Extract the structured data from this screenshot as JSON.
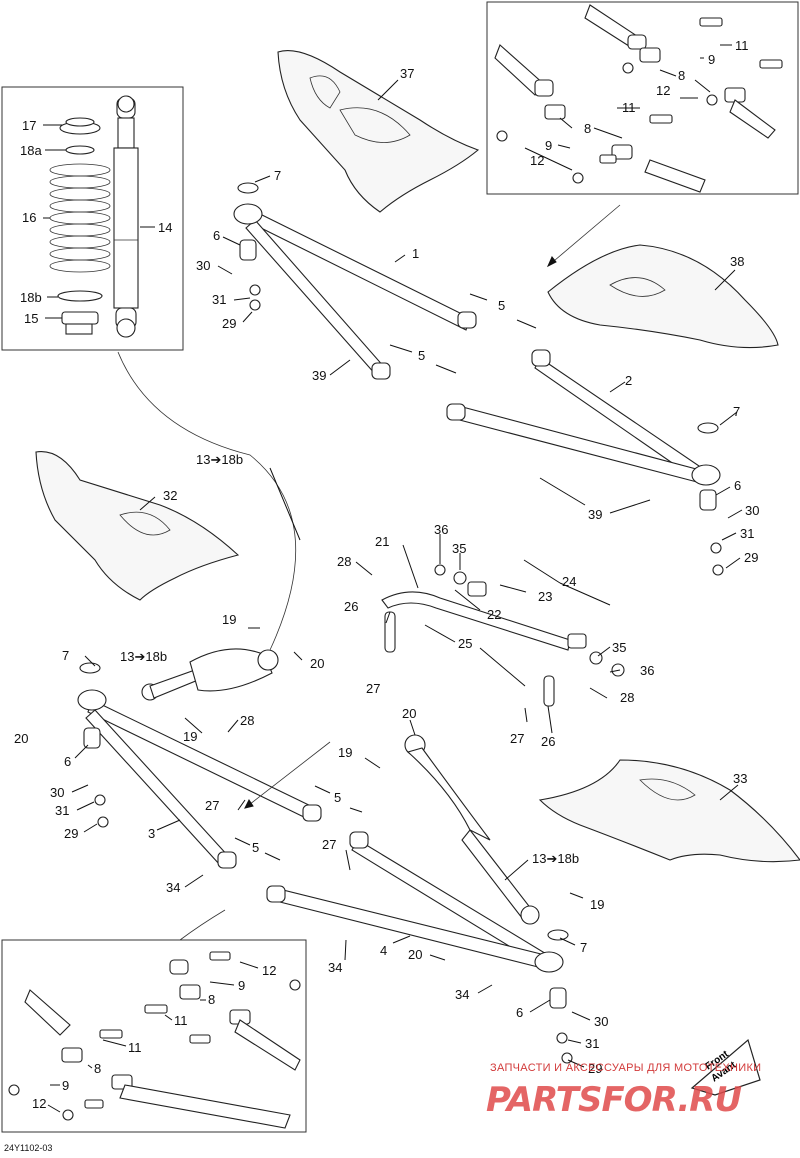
{
  "diagram_code": "24Y1102-03",
  "watermark": {
    "line1": "ЗАПЧАСТИ И АКСЕССУАРЫ ДЛЯ МОТОТЕХНИКИ",
    "logo": "PARTSFOR.RU"
  },
  "front_badge": {
    "line1": "Front",
    "line2": "Avant"
  },
  "callouts": [
    "1",
    "2",
    "3",
    "4",
    "5",
    "6",
    "7",
    "8",
    "9",
    "11",
    "12",
    "13➔18b",
    "14",
    "15",
    "16",
    "17",
    "18a",
    "18b",
    "19",
    "20",
    "21",
    "22",
    "23",
    "24",
    "25",
    "26",
    "27",
    "28",
    "29",
    "30",
    "31",
    "32",
    "33",
    "34",
    "35",
    "36",
    "37",
    "38",
    "39"
  ],
  "labels": {
    "l37": "37",
    "l38": "38",
    "l32": "32",
    "l33": "33",
    "l1": "1",
    "l2": "2",
    "l3": "3",
    "l4": "4",
    "l14": "14",
    "l15": "15",
    "l16": "16",
    "l17": "17",
    "l18a": "18a",
    "l18b": "18b",
    "l21": "21",
    "l22": "22",
    "l23": "23",
    "l24": "24",
    "l25": "25",
    "l26a": "26",
    "l26b": "26",
    "l35a": "35",
    "l35b": "35",
    "l36a": "36",
    "l36b": "36",
    "l28a": "28",
    "l28b": "28",
    "l28c": "28",
    "l27a": "27",
    "l27b": "27",
    "l27c": "27",
    "l27d": "27",
    "l19a": "19",
    "l19b": "19",
    "l19c": "19",
    "l19d": "19",
    "l20a": "20",
    "l20b": "20",
    "l20c": "20",
    "l20d": "20",
    "l13a": "13➔18b",
    "l13b": "13➔18b",
    "l13c": "13➔18b",
    "l7a": "7",
    "l7b": "7",
    "l7c": "7",
    "l7d": "7",
    "l6a": "6",
    "l6b": "6",
    "l6c": "6",
    "l6d": "6",
    "l30a": "30",
    "l30b": "30",
    "l30c": "30",
    "l30d": "30",
    "l31a": "31",
    "l31b": "31",
    "l31c": "31",
    "l31d": "31",
    "l29a": "29",
    "l29b": "29",
    "l29c": "29",
    "l29d": "29",
    "l5a": "5",
    "l5b": "5",
    "l5c": "5",
    "l5d": "5",
    "l39a": "39",
    "l39b": "39",
    "l34a": "34",
    "l34b": "34",
    "l34c": "34",
    "t11a": "11",
    "t11b": "11",
    "t9a": "9",
    "t9b": "9",
    "t8a": "8",
    "t8b": "8",
    "t12a": "12",
    "t12b": "12",
    "b12a": "12",
    "b12b": "12",
    "b9a": "9",
    "b9b": "9",
    "b8a": "8",
    "b8b": "8",
    "b11a": "11",
    "b11b": "11"
  }
}
